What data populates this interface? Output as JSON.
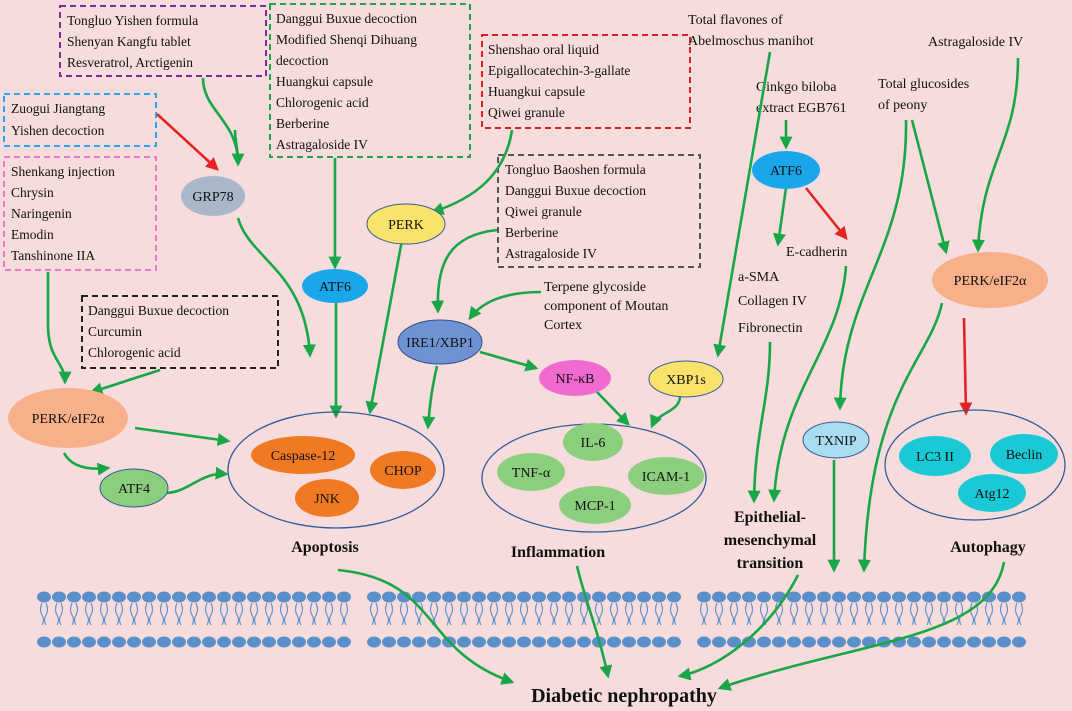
{
  "boxes": {
    "tongluo_yishen": {
      "lines": [
        "Tongluo Yishen formula",
        "Shenyan Kangfu tablet",
        "Resveratrol, Arctigenin"
      ],
      "color": "#7b2d9a"
    },
    "zuogui": {
      "lines": [
        "Zuogui Jiangtang",
        "Yishen decoction"
      ],
      "color": "#2aa7e8"
    },
    "shenkang": {
      "lines": [
        "Shenkang injection",
        "Chrysin",
        "Naringenin",
        "Emodin",
        "Tanshinone IIA"
      ],
      "color": "#ef79c4"
    },
    "danggui_green": {
      "lines": [
        "Danggui Buxue decoction",
        "Modified  Shenqi  Dihuang",
        "decoction",
        "Huangkui capsule",
        "Chlorogenic acid",
        "Berberine",
        "Astragaloside IV"
      ],
      "color": "#22a04a"
    },
    "danggui_black": {
      "lines": [
        "Danggui Buxue decoction",
        "Curcumin",
        "Chlorogenic acid"
      ],
      "color": "#222222"
    },
    "shenshao": {
      "lines": [
        "Shenshao oral liquid",
        "Epigallocatechin-3-gallate",
        "Huangkui capsule",
        "Qiwei granule"
      ],
      "color": "#e02020"
    },
    "tongluo_baoshen": {
      "lines": [
        "Tongluo Baoshen formula",
        "Danggui Buxue decoction",
        "Qiwei granule",
        "Berberine",
        "Astragaloside IV"
      ],
      "color": "#555555"
    }
  },
  "labels": {
    "total_flavones": [
      "Total flavones of",
      "Abelmoschus manihot"
    ],
    "astragaloside_top": [
      "Astragaloside IV"
    ],
    "ginkgo": [
      "Ginkgo biloba",
      "extract EGB761"
    ],
    "peony": [
      "Total glucosides",
      "of peony"
    ],
    "terpene": [
      "Terpene glycoside",
      "component of Moutan",
      "Cortex"
    ],
    "e_cadherin": [
      "E-cadherin"
    ],
    "a_sma": [
      "a-SMA"
    ],
    "collagen": [
      "Collagen IV"
    ],
    "fibronectin": [
      "Fibronectin"
    ]
  },
  "nodes": {
    "grp78": "GRP78",
    "perk_mid": "PERK",
    "atf6_left": "ATF6",
    "ire1": "IRE1/XBP1",
    "nfkb": "NF-κB",
    "xbp1s": "XBP1s",
    "atf6_right": "ATF6",
    "perk_eif_left": "PERK/eIF2α",
    "atf4": "ATF4",
    "perk_eif_right": "PERK/eIF2α",
    "txnip": "TXNIP",
    "caspase12": "Caspase-12",
    "chop": "CHOP",
    "jnk": "JNK",
    "tnfa": "TNF-α",
    "il6": "IL-6",
    "icam1": "ICAM-1",
    "mcp1": "MCP-1",
    "lc3": "LC3 II",
    "beclin": "Beclin",
    "atg12": "Atg12"
  },
  "titles": {
    "apoptosis": "Apoptosis",
    "inflammation": "Inflammation",
    "emt": [
      "Epithelial-",
      "mesenchymal",
      "transition"
    ],
    "autophagy": "Autophagy",
    "final": "Diabetic nephropathy"
  },
  "colors": {
    "background": "#f6dcdc",
    "arrow_green": "#18a646",
    "arrow_red": "#e52323",
    "node_grey": "#a9b7c9",
    "node_yellow": "#fbe36b",
    "node_blue": "#1aa6ea",
    "node_ire1": "#6e93d3",
    "node_pink": "#f16ad0",
    "node_salmon": "#f8b08a",
    "node_green": "#8bcf7e",
    "node_orange": "#f07a23",
    "node_cyan": "#19c9d6",
    "node_txnip": "#a9dcf0",
    "membrane_blue": "#5b8fc9"
  }
}
